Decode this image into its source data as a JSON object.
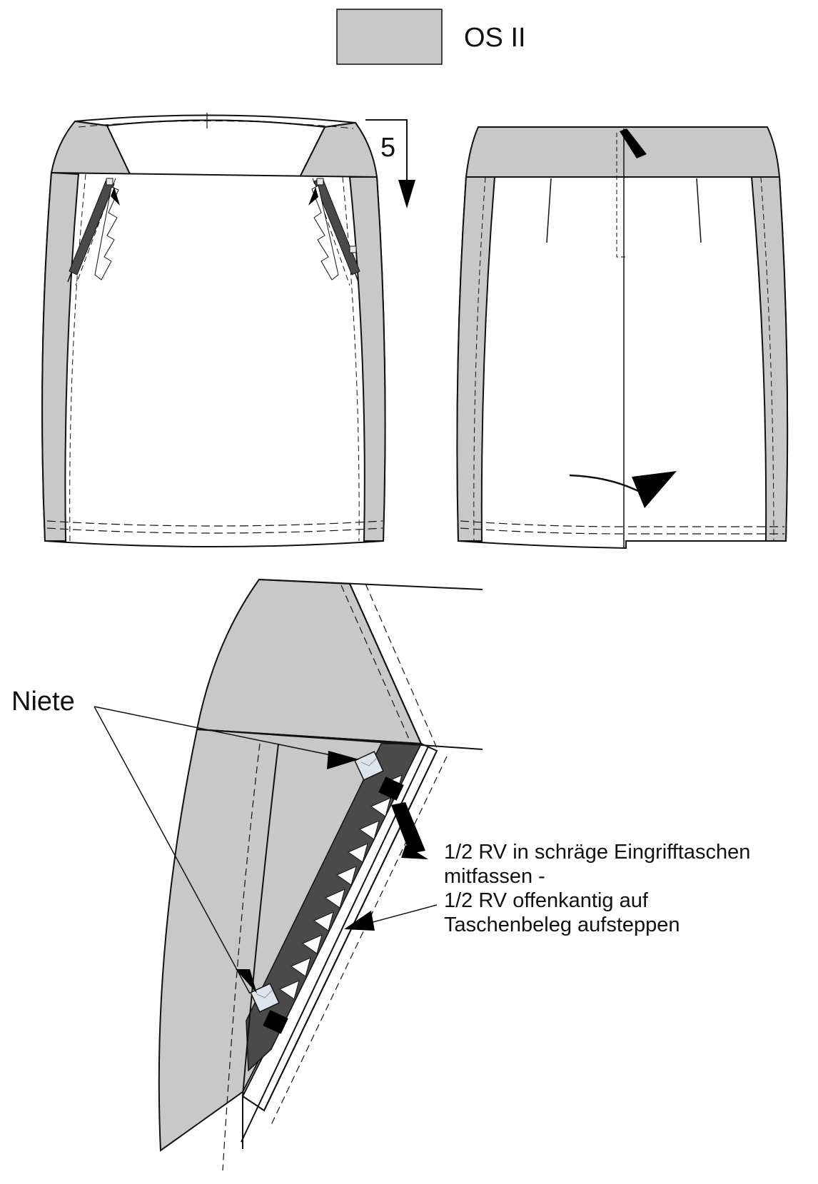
{
  "legend": {
    "swatch_color": "#c8c8c8",
    "text": "OS II"
  },
  "step": {
    "number": "5"
  },
  "colors": {
    "contrast_fabric": "#c8c8c8",
    "main_fabric": "#ffffff",
    "zipper_tape": "#4a4a4a",
    "outline": "#111111"
  },
  "callouts": {
    "rivet": "Niete",
    "zipper_note": [
      "1/2 RV in schräge Eingrifftaschen",
      "mitfassen -",
      "1/2 RV offenkantig auf",
      "Taschenbeleg aufsteppen"
    ]
  }
}
